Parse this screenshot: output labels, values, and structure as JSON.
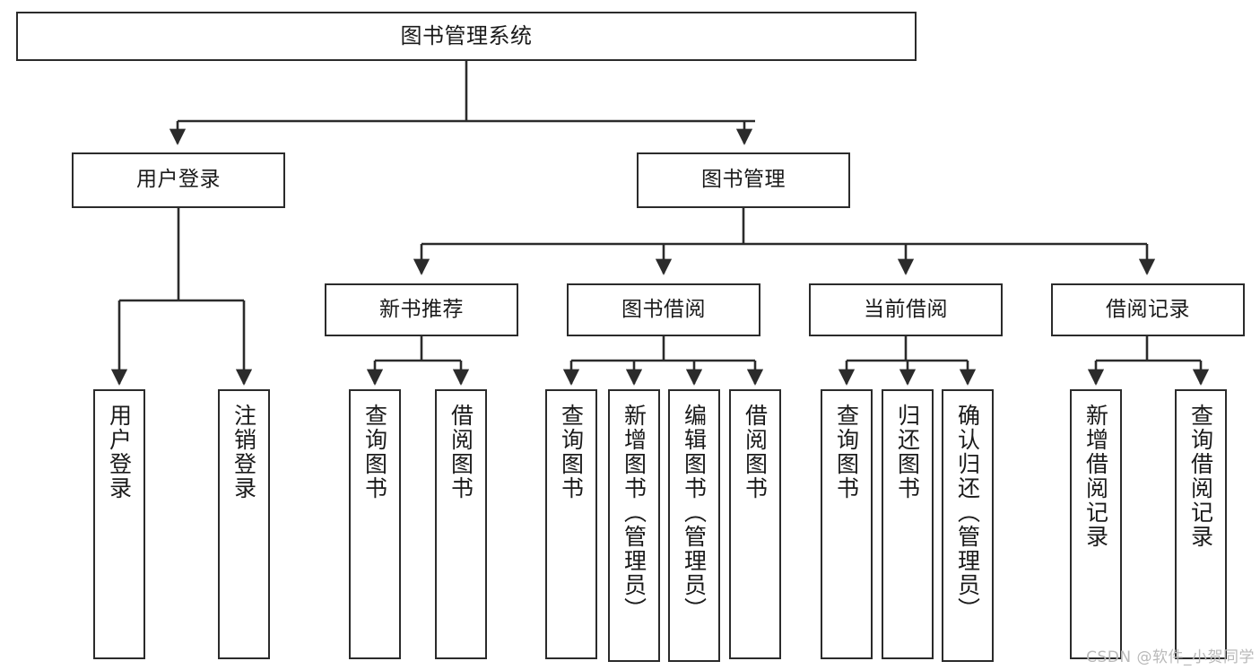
{
  "diagram": {
    "title": "图书管理系统",
    "type": "functional-structure-tree",
    "watermark": "CSDN @软件_小贺同学",
    "colors": {
      "box_border": "#2b2b2b",
      "box_fill": "#ffffff",
      "line": "#2b2b2b",
      "text": "#1a1a1a",
      "watermark": "#b9b9b9",
      "background": "#ffffff"
    },
    "nodes": {
      "root": {
        "label": "图书管理系统"
      },
      "level2": [
        {
          "label": "用户登录"
        },
        {
          "label": "图书管理"
        }
      ],
      "level3": [
        {
          "label": "新书推荐"
        },
        {
          "label": "图书借阅"
        },
        {
          "label": "当前借阅"
        },
        {
          "label": "借阅记录"
        }
      ],
      "leaves": {
        "user_login": [
          {
            "label": "用户登录"
          },
          {
            "label": "注销登录"
          }
        ],
        "new_book_recommend": [
          {
            "label": "查询图书"
          },
          {
            "label": "借阅图书"
          }
        ],
        "book_borrow": [
          {
            "label": "查询图书"
          },
          {
            "label": "新增图书（管理员）"
          },
          {
            "label": "编辑图书（管理员）"
          },
          {
            "label": "借阅图书"
          }
        ],
        "current_borrow": [
          {
            "label": "查询图书"
          },
          {
            "label": "归还图书"
          },
          {
            "label": "确认归还（管理员）"
          }
        ],
        "borrow_record": [
          {
            "label": "新增借阅记录"
          },
          {
            "label": "查询借阅记录"
          }
        ]
      }
    }
  }
}
